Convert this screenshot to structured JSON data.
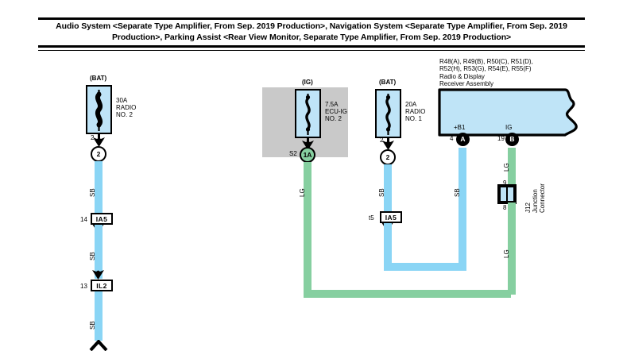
{
  "document": {
    "title_line1": "Audio System <Separate Type Amplifier, From Sep. 2019 Production>, Navigation System <Separate Type Amplifier, From Sep. 2019",
    "title_line2": "Production>, Parking Assist <Rear View Monitor, Separate Type Amplifier, From Sep. 2019 Production>"
  },
  "colors": {
    "wire_sb": "#8ad5f5",
    "wire_lg": "#86cfa0",
    "box_fill": "#bfe4f7",
    "gray_block": "#c9c9c9",
    "outline": "#000000"
  },
  "fuses": [
    {
      "id": "fuse-bat-radio-no2",
      "source_label": "(BAT)",
      "rating": "30A",
      "name": "RADIO",
      "number": "NO. 2",
      "pin": "2",
      "connector": "2",
      "wire_color": "SB"
    },
    {
      "id": "fuse-ig-ecu-ig-no2",
      "source_label": "(IG)",
      "rating": "7.5A",
      "name": "ECU-IG",
      "number": "NO. 2",
      "connector_prefix": "S2",
      "connector": "1A",
      "wire_color": "LG"
    },
    {
      "id": "fuse-bat-radio-no1",
      "source_label": "(BAT)",
      "rating": "20A",
      "name": "RADIO",
      "number": "NO. 1",
      "pin": "2",
      "connector": "2",
      "wire_color": "SB"
    }
  ],
  "ecu": {
    "connector_codes_line1": "R48(A), R49(B), R50(C), R51(D),",
    "connector_codes_line2": "R52(H), R53(G), R54(E), R55(F)",
    "name_line1": "Radio & Display",
    "name_line2": "Receiver Assembly",
    "terminals": [
      {
        "signal": "+B1",
        "pin": "4",
        "connector": "A",
        "wire_color": "SB"
      },
      {
        "signal": "IG",
        "pin": "19",
        "connector": "B",
        "wire_color": "LG"
      }
    ]
  },
  "junction_connector": {
    "code": "J12",
    "name_line1": "Junction",
    "name_line2": "Connector",
    "pin_top": "9",
    "pin_bottom": "8"
  },
  "splices": [
    {
      "id": "splice-left-upper",
      "pin": "14",
      "code": "IA5",
      "wire_above": "SB",
      "wire_below": "SB"
    },
    {
      "id": "splice-left-lower",
      "pin": "13",
      "code": "IL2",
      "wire_above": "SB",
      "wire_below": "SB"
    },
    {
      "id": "splice-mid",
      "pin": "t5",
      "code": "IA5",
      "wire_above": "SB"
    }
  ],
  "wire_labels": {
    "left_seg1": "SB",
    "left_seg2": "SB",
    "left_seg3": "SB",
    "ig_branch": "LG",
    "bat1_branch": "SB",
    "ecu_b1": "SB",
    "ecu_ig_upper": "LG",
    "ecu_ig_lower": "LG"
  }
}
